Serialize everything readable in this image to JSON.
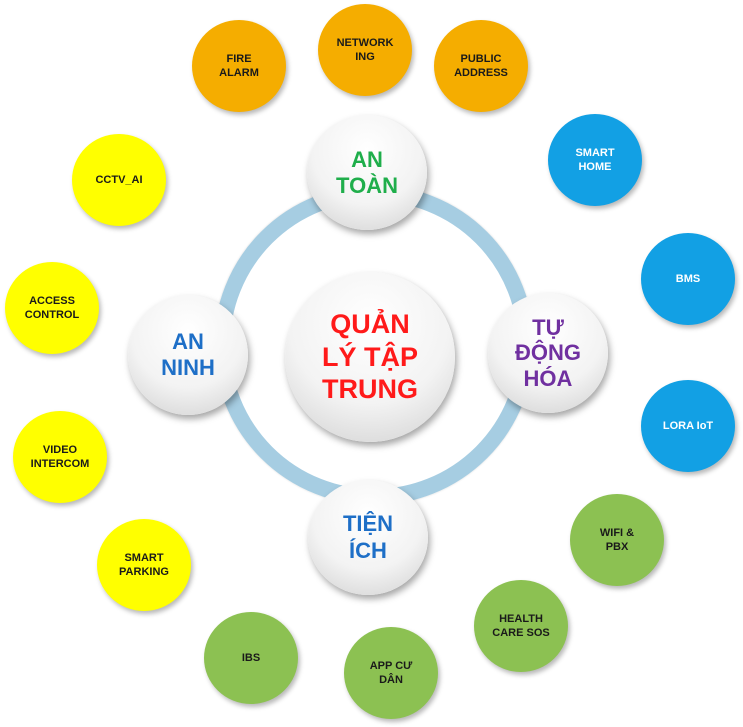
{
  "center": {
    "label": "QUẢN\nLÝ TẬP\nTRUNG",
    "color": "#ff1a1a"
  },
  "hubs": {
    "top": {
      "label": "AN\nTOÀN",
      "color": "#1fae4b"
    },
    "left": {
      "label": "AN\nNINH",
      "color": "#1e6fc7"
    },
    "right": {
      "label": "TỰ\nĐỘNG\nHÓA",
      "color": "#7030a0"
    },
    "bottom": {
      "label": "TIỆN\nÍCH",
      "color": "#1e6fc7"
    }
  },
  "nodes": {
    "fire_alarm": {
      "label": "FIRE\nALARM",
      "color": "#f5ad00"
    },
    "networking": {
      "label": "NETWORK\nING",
      "color": "#f5ad00"
    },
    "public_address": {
      "label": "PUBLIC\nADDRESS",
      "color": "#f5ad00"
    },
    "smart_home": {
      "label": "SMART\nHOME",
      "color": "#12a0e4"
    },
    "bms": {
      "label": "BMS",
      "color": "#12a0e4"
    },
    "lora_iot": {
      "label": "LORA IoT",
      "color": "#12a0e4"
    },
    "cctv_ai": {
      "label": "CCTV_AI",
      "color": "#ffff00"
    },
    "access_control": {
      "label": "ACCESS\nCONTROL",
      "color": "#ffff00"
    },
    "video_intercom": {
      "label": "VIDEO\nINTERCOM",
      "color": "#ffff00"
    },
    "smart_parking": {
      "label": "SMART\nPARKING",
      "color": "#ffff00"
    },
    "wifi_pbx": {
      "label": "WIFI &\nPBX",
      "color": "#8cc152"
    },
    "health_care_sos": {
      "label": "HEALTH\nCARE SOS",
      "color": "#8cc152"
    },
    "app_cu_dan": {
      "label": "APP CƯ\nDÂN",
      "color": "#8cc152"
    },
    "ibs": {
      "label": "IBS",
      "color": "#8cc152"
    }
  }
}
